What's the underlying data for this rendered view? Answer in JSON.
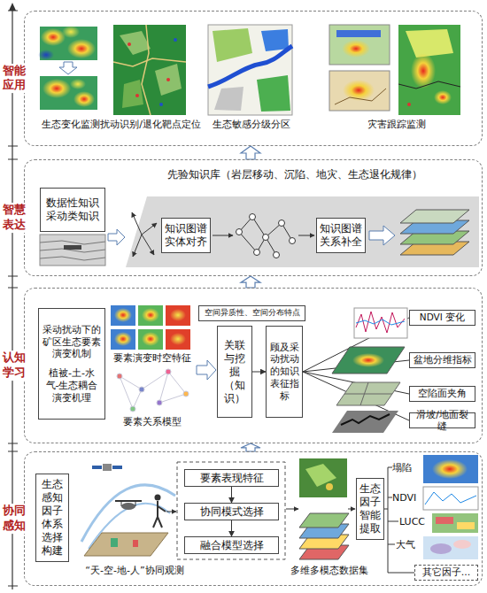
{
  "diagram": {
    "nodes": [
      {
        "text": [
          "智能应用"
        ]
      },
      {
        "text": [
          "智慧表达"
        ]
      },
      {
        "text": [
          "数据性知识 采动类知识"
        ],
        "in": 1
      },
      {
        "text": [
          "知识图谱 实体对齐"
        ],
        "in": 1
      },
      {
        "text": [
          "知识图谱 关系补全"
        ],
        "in": 1
      },
      {
        "text": [
          "认知学习"
        ]
      },
      {
        "text": [
          "采动扰动下的 矿区生态要素 演变机制",
          "植被-土-水 气-生态耦合 演变机理"
        ],
        "in": 5
      },
      {
        "text": [
          "空间异质性、空间分布特点"
        ],
        "in": 5
      },
      {
        "text": [
          "关联与挖掘（知识）"
        ],
        "in": 5
      },
      {
        "text": [
          "顾及采动扰动的知识表征指标"
        ],
        "in": 5
      },
      {
        "text": [
          "NDVI 变化"
        ],
        "in": 5
      },
      {
        "text": [
          "盆地分维指标"
        ],
        "in": 5
      },
      {
        "text": [
          "空陷面夹角"
        ],
        "in": 5
      },
      {
        "text": [
          "滑坡/地面裂缝"
        ],
        "in": 5
      },
      {
        "text": [
          "协同感知"
        ]
      },
      {
        "text": [
          "生态感知因子体系选择构建"
        ],
        "in": 14
      },
      {
        "text": [
          "要素表现特征"
        ],
        "in": 14
      },
      {
        "text": [
          "协同模式选择"
        ],
        "in": 14
      },
      {
        "text": [
          "融合模型选择"
        ],
        "in": 14
      },
      {
        "text": [
          "生态因子智能提取"
        ],
        "in": 14
      },
      {
        "text": [
          "其它因子..."
        ],
        "in": 14
      }
    ],
    "edges": [
      {
        "from": 14,
        "to": 5,
        "arrow": "to"
      },
      {
        "from": 5,
        "to": 1,
        "arrow": "to"
      },
      {
        "from": 1,
        "to": 0,
        "arrow": "to"
      },
      {
        "from": 8,
        "to": 9,
        "arrow": "to"
      },
      {
        "from": 9,
        "to": 10,
        "arrow": "none"
      },
      {
        "from": 9,
        "to": 11,
        "arrow": "none"
      },
      {
        "from": 9,
        "to": 12,
        "arrow": "none"
      },
      {
        "from": 9,
        "to": 13,
        "arrow": "none"
      },
      {
        "from": 16,
        "to": 17,
        "arrow": "to"
      },
      {
        "from": 17,
        "to": 18,
        "arrow": "to"
      }
    ],
    "labels": [
      "先验知识库（岩层移动、沉陷、地灾、生态退化规律）",
      "生态变化监测",
      "扰动识别/退化靶点定位",
      "生态敏感分级分区",
      "灾害跟踪监测",
      "要素演变时空特征",
      "要素关系模型",
      "“天-空-地-人”协同观测",
      "多维多模态数据集",
      "塌陷",
      "NDVI",
      "LUCC",
      "大气"
    ]
  }
}
